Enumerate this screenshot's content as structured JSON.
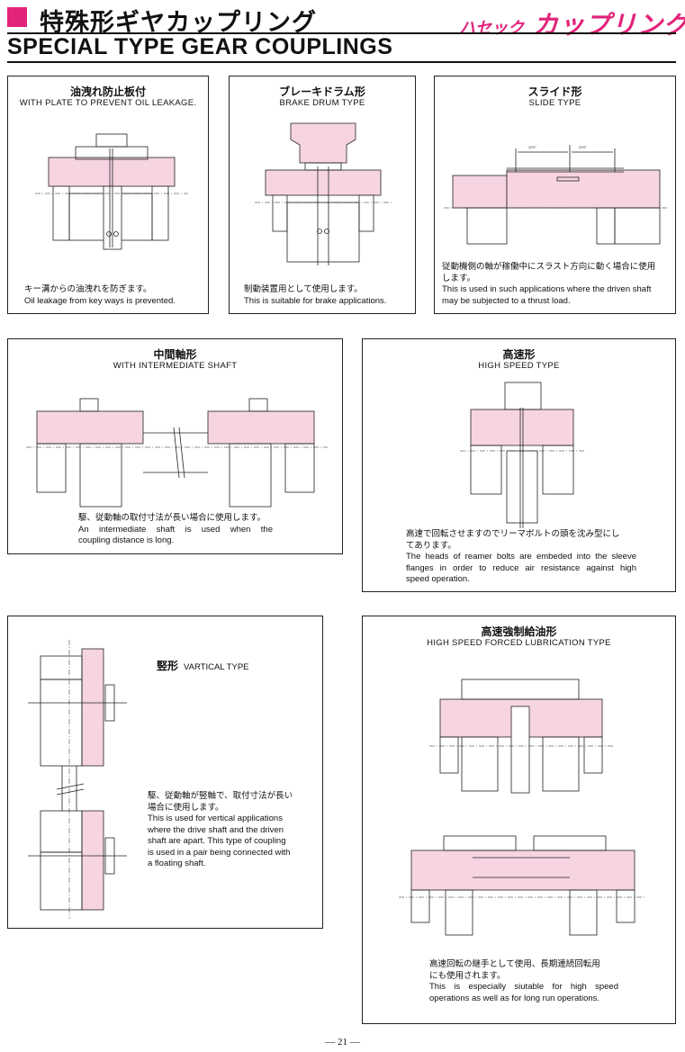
{
  "header": {
    "title_jp": "特殊形ギヤカップリング",
    "title_en": "SPECIAL TYPE GEAR COUPLINGS",
    "brand_small": "ハセック",
    "brand_big": "カップリング"
  },
  "colors": {
    "accent": "#e2237a",
    "fill": "#f6d4e2"
  },
  "panels": [
    {
      "id": "oil",
      "title_jp": "油洩れ防止板付",
      "title_en": "WITH PLATE TO PREVENT OIL LEAKAGE.",
      "desc": [
        "キー溝からの油洩れを防ぎます。",
        "Oil leakage from key ways is prevented."
      ]
    },
    {
      "id": "brake",
      "title_jp": "ブレーキドラム形",
      "title_en": "BRAKE DRUM TYPE",
      "desc": [
        "制動装置用として使用します。",
        "This is suitable for brake applications."
      ]
    },
    {
      "id": "slide",
      "title_jp": "スライド形",
      "title_en": "SLIDE TYPE",
      "desc": [
        "従動機側の軸が稼働中にスラスト方向に動く場合に使用",
        "します。",
        "This is used in such applications where the driven shaft",
        "may be subjected to a thrust load."
      ],
      "dim_label": "ｽﾗｲﾄﾞ"
    },
    {
      "id": "intermediate",
      "title_jp": "中間軸形",
      "title_en": "WITH INTERMEDIATE SHAFT",
      "desc": [
        "駆、従動軸の取付寸法が長い場合に使用します。",
        "An intermediate shaft is used when the",
        "coupling distance is long."
      ]
    },
    {
      "id": "highspeed",
      "title_jp": "高速形",
      "title_en": "HIGH SPEED TYPE",
      "desc": [
        "高速で回転させますのでリーマボルトの頭を沈み型にし",
        "てあります。",
        "The heads of reamer bolts are embeded into the sleeve",
        "flanges in order to reduce air resistance against high",
        "speed operation."
      ]
    },
    {
      "id": "vertical",
      "title_jp": "竪形",
      "title_en": "VARTICAL TYPE",
      "desc": [
        "駆、従動軸が竪軸で、取付寸法が長い",
        "場合に使用します。",
        "This is used for vertical applications",
        "where the drive shaft and the driven",
        "shaft are apart. This type of coupling",
        "is used in a pair being connected with",
        "a floating shaft."
      ]
    },
    {
      "id": "forced",
      "title_jp": "高速強制給油形",
      "title_en": "HIGH SPEED FORCED LUBRICATION TYPE",
      "desc": [
        "高速回転の継手として使用、長期連続回転用",
        "にも使用されます。",
        "This is especially siutable for high speed",
        "operations as well as for long run operations."
      ]
    }
  ],
  "page_number": "― 21 ―"
}
